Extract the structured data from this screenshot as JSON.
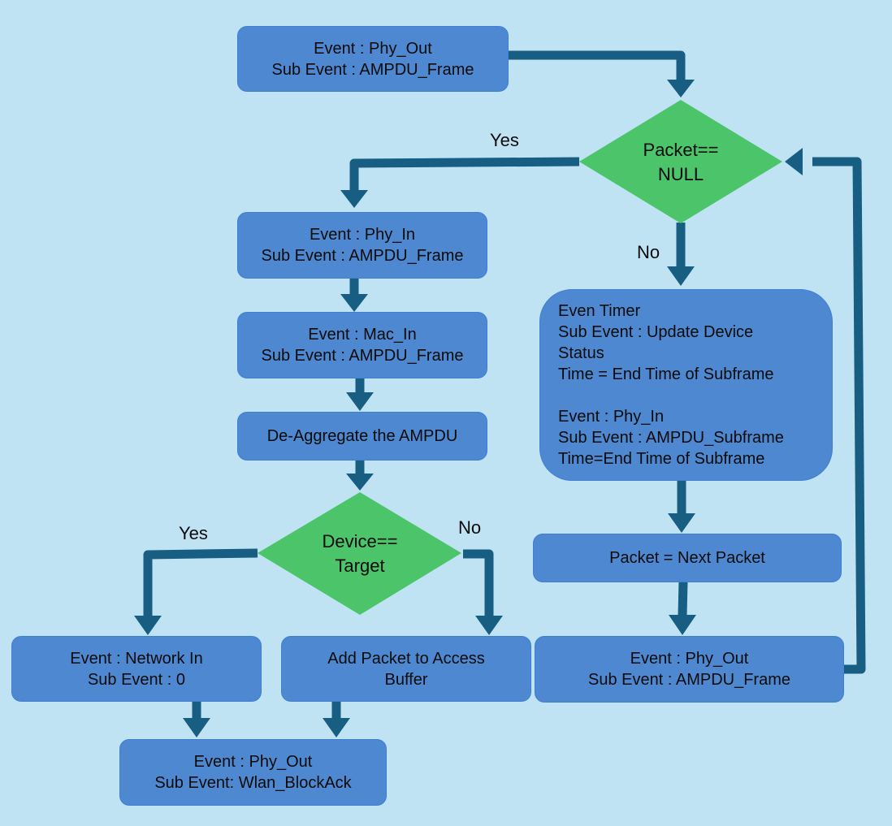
{
  "colors": {
    "background": "#c0e3f4",
    "process_box": "#4e88d0",
    "decision": "#4cc46a",
    "connector": "#175e82"
  },
  "nodes": {
    "start": {
      "lines": [
        "Event : Phy_Out",
        "Sub Event : AMPDU_Frame"
      ]
    },
    "decision_packet_null": {
      "lines": [
        "Packet==",
        "NULL"
      ]
    },
    "phy_in": {
      "lines": [
        "Event : Phy_In",
        "Sub Event : AMPDU_Frame"
      ]
    },
    "mac_in": {
      "lines": [
        "Event : Mac_In",
        "Sub Event : AMPDU_Frame"
      ]
    },
    "deaggregate": {
      "lines": [
        "De-Aggregate the AMPDU"
      ]
    },
    "decision_device_target": {
      "lines": [
        "Device==",
        "Target"
      ]
    },
    "network_in": {
      "lines": [
        "Event : Network In",
        "Sub Event : 0"
      ]
    },
    "add_packet": {
      "lines": [
        "Add Packet to Access",
        "Buffer"
      ]
    },
    "blockack": {
      "lines": [
        "Event : Phy_Out",
        "Sub Event: Wlan_BlockAck"
      ]
    },
    "timer_block": {
      "lines": [
        "Even Timer",
        "Sub Event : Update Device",
        "Status",
        "Time = End Time of Subframe",
        "",
        "Event : Phy_In",
        "Sub Event : AMPDU_Subframe",
        "Time=End Time of Subframe"
      ]
    },
    "next_packet": {
      "lines": [
        "Packet = Next Packet"
      ]
    },
    "phy_out_loop": {
      "lines": [
        "Event : Phy_Out",
        "Sub Event : AMPDU_Frame"
      ]
    }
  },
  "edge_labels": {
    "null_yes": "Yes",
    "null_no": "No",
    "target_yes": "Yes",
    "target_no": "No"
  }
}
